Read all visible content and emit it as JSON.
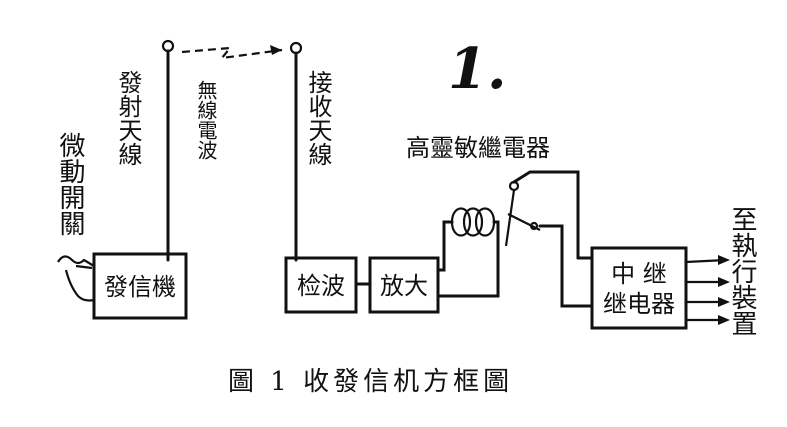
{
  "figure_number_mark": "1.",
  "labels": {
    "micro_switch": "微動開關",
    "transmit_antenna": "發射天線",
    "radio_wave": "無線電波",
    "receive_antenna": "接收天線",
    "high_sensitivity_relay": "高靈敏繼電器",
    "to_actuator": "至執行裝置"
  },
  "blocks": {
    "transmitter": "發信機",
    "detector": "检波",
    "amplifier": "放大",
    "relay_line1": "中  继",
    "relay_line2": "继电器"
  },
  "caption": "圖 1  收發信机方框圖"
}
